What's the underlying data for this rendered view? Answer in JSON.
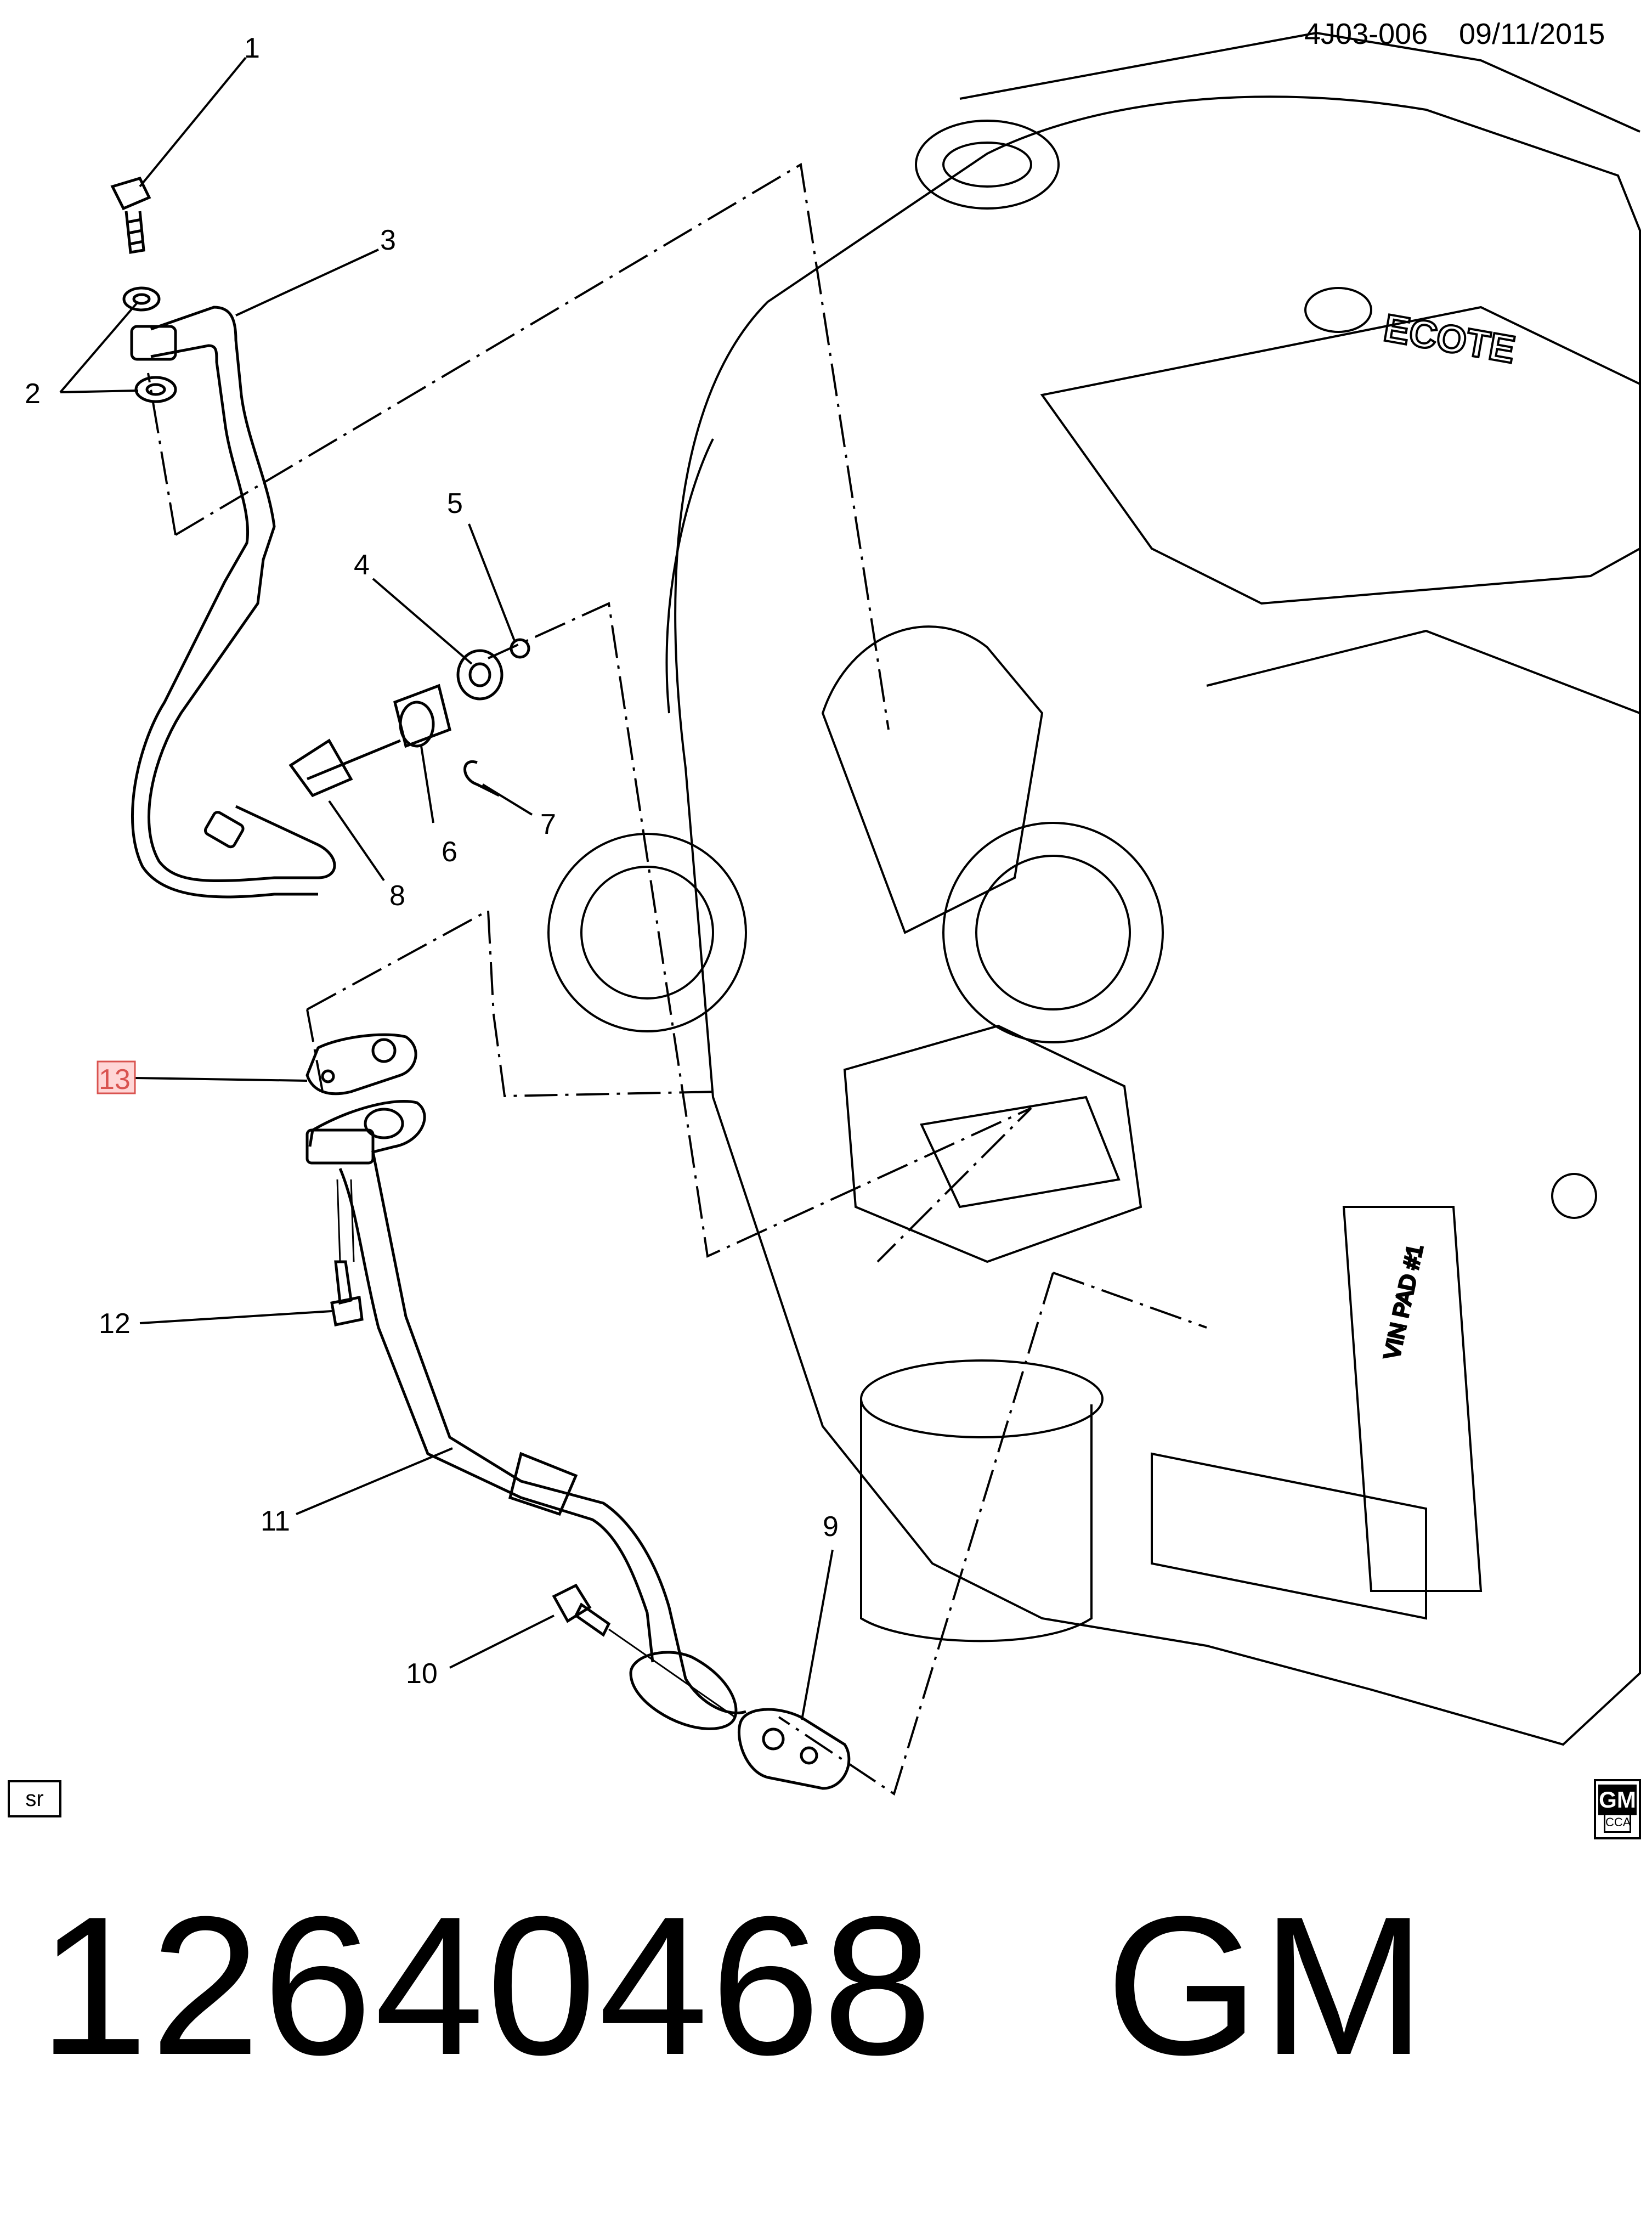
{
  "header": {
    "code": "4J03-006",
    "date": "09/11/2015"
  },
  "callouts": [
    {
      "id": "1",
      "label": "1"
    },
    {
      "id": "2",
      "label": "2"
    },
    {
      "id": "3",
      "label": "3"
    },
    {
      "id": "4",
      "label": "4"
    },
    {
      "id": "5",
      "label": "5"
    },
    {
      "id": "6",
      "label": "6"
    },
    {
      "id": "7",
      "label": "7"
    },
    {
      "id": "8",
      "label": "8"
    },
    {
      "id": "9",
      "label": "9"
    },
    {
      "id": "10",
      "label": "10"
    },
    {
      "id": "11",
      "label": "11"
    },
    {
      "id": "12",
      "label": "12"
    },
    {
      "id": "13",
      "label": "13",
      "highlighted": true
    }
  ],
  "engine_markings": {
    "brand": "ECOTE",
    "vin_pad": "VIN PAD #1"
  },
  "footer": {
    "sr_label": "sr",
    "logo_top": "GM",
    "logo_bottom": "CCA"
  },
  "caption": {
    "part_number": "12640468",
    "make": "GM"
  },
  "colors": {
    "ink": "#000000",
    "highlight": "#d9534f"
  },
  "icons": [
    "gm-logo-icon",
    "sr-box-icon"
  ]
}
